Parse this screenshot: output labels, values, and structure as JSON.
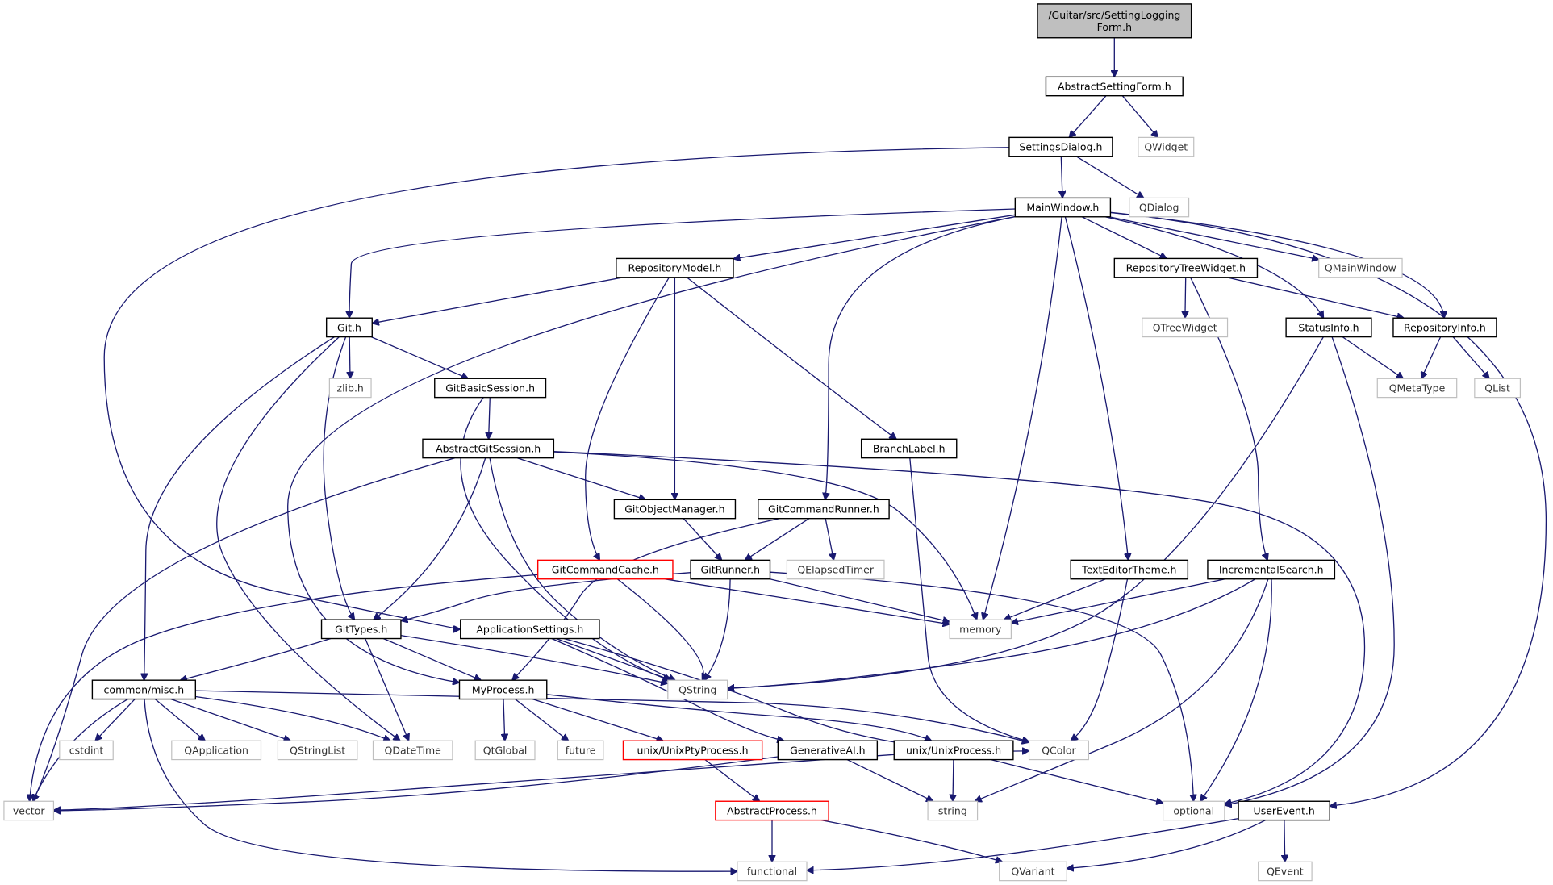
{
  "graph": {
    "edge_color": "#191970",
    "root_fill": "#bfbfbf",
    "file_border": "#000000",
    "system_border": "#bfbfbf",
    "incomplete_border": "#ff0000",
    "nodes": {
      "root": {
        "label": "/Guitar/src/SettingLogging\nForm.h",
        "kind": "root"
      },
      "ASF": {
        "label": "AbstractSettingForm.h",
        "kind": "file"
      },
      "SD": {
        "label": "SettingsDialog.h",
        "kind": "file"
      },
      "QWidget": {
        "label": "QWidget",
        "kind": "system"
      },
      "MW": {
        "label": "MainWindow.h",
        "kind": "file"
      },
      "QDialog": {
        "label": "QDialog",
        "kind": "system"
      },
      "RM": {
        "label": "RepositoryModel.h",
        "kind": "file"
      },
      "RTW": {
        "label": "RepositoryTreeWidget.h",
        "kind": "file"
      },
      "QMainWindow": {
        "label": "QMainWindow",
        "kind": "system"
      },
      "Git": {
        "label": "Git.h",
        "kind": "file"
      },
      "QTreeWidget": {
        "label": "QTreeWidget",
        "kind": "system"
      },
      "SI": {
        "label": "StatusInfo.h",
        "kind": "file"
      },
      "RI": {
        "label": "RepositoryInfo.h",
        "kind": "file"
      },
      "zlib": {
        "label": "zlib.h",
        "kind": "system"
      },
      "GBS": {
        "label": "GitBasicSession.h",
        "kind": "file"
      },
      "QMetaType": {
        "label": "QMetaType",
        "kind": "system"
      },
      "QList": {
        "label": "QList",
        "kind": "system"
      },
      "AGS": {
        "label": "AbstractGitSession.h",
        "kind": "file"
      },
      "BL": {
        "label": "BranchLabel.h",
        "kind": "file"
      },
      "GOM": {
        "label": "GitObjectManager.h",
        "kind": "file"
      },
      "GCR": {
        "label": "GitCommandRunner.h",
        "kind": "file"
      },
      "GCC": {
        "label": "GitCommandCache.h",
        "kind": "incomplete"
      },
      "GR": {
        "label": "GitRunner.h",
        "kind": "file"
      },
      "QET": {
        "label": "QElapsedTimer",
        "kind": "system"
      },
      "TET": {
        "label": "TextEditorTheme.h",
        "kind": "file"
      },
      "IS": {
        "label": "IncrementalSearch.h",
        "kind": "file"
      },
      "GT": {
        "label": "GitTypes.h",
        "kind": "file"
      },
      "AS": {
        "label": "ApplicationSettings.h",
        "kind": "file"
      },
      "memory": {
        "label": "memory",
        "kind": "system"
      },
      "misc": {
        "label": "common/misc.h",
        "kind": "file"
      },
      "MP": {
        "label": "MyProcess.h",
        "kind": "file"
      },
      "QString": {
        "label": "QString",
        "kind": "system"
      },
      "cstdint": {
        "label": "cstdint",
        "kind": "system"
      },
      "QApplication": {
        "label": "QApplication",
        "kind": "system"
      },
      "QStringList": {
        "label": "QStringList",
        "kind": "system"
      },
      "QDateTime": {
        "label": "QDateTime",
        "kind": "system"
      },
      "QtGlobal": {
        "label": "QtGlobal",
        "kind": "system"
      },
      "future": {
        "label": "future",
        "kind": "system"
      },
      "UPP": {
        "label": "unix/UnixPtyProcess.h",
        "kind": "incomplete"
      },
      "GAI": {
        "label": "GenerativeAI.h",
        "kind": "file"
      },
      "UP": {
        "label": "unix/UnixProcess.h",
        "kind": "file"
      },
      "QColor": {
        "label": "QColor",
        "kind": "system"
      },
      "vector": {
        "label": "vector",
        "kind": "system"
      },
      "AP": {
        "label": "AbstractProcess.h",
        "kind": "incomplete"
      },
      "string": {
        "label": "string",
        "kind": "system"
      },
      "optional": {
        "label": "optional",
        "kind": "system"
      },
      "UE": {
        "label": "UserEvent.h",
        "kind": "file"
      },
      "functional": {
        "label": "functional",
        "kind": "system"
      },
      "QVariant": {
        "label": "QVariant",
        "kind": "system"
      },
      "QEvent": {
        "label": "QEvent",
        "kind": "system"
      }
    },
    "edges": [
      [
        "root",
        "ASF"
      ],
      [
        "ASF",
        "SD"
      ],
      [
        "ASF",
        "QWidget"
      ],
      [
        "SD",
        "MW"
      ],
      [
        "SD",
        "QDialog"
      ],
      [
        "SD",
        "AS"
      ],
      [
        "MW",
        "RM"
      ],
      [
        "MW",
        "RTW"
      ],
      [
        "MW",
        "QMainWindow"
      ],
      [
        "MW",
        "Git"
      ],
      [
        "MW",
        "SI"
      ],
      [
        "MW",
        "RI"
      ],
      [
        "MW",
        "GCR"
      ],
      [
        "MW",
        "TET"
      ],
      [
        "MW",
        "memory"
      ],
      [
        "MW",
        "MP"
      ],
      [
        "MW",
        "UE"
      ],
      [
        "RM",
        "Git"
      ],
      [
        "RM",
        "GOM"
      ],
      [
        "RM",
        "BL"
      ],
      [
        "RM",
        "GCC"
      ],
      [
        "RTW",
        "QTreeWidget"
      ],
      [
        "RTW",
        "RI"
      ],
      [
        "RTW",
        "IS"
      ],
      [
        "Git",
        "zlib"
      ],
      [
        "Git",
        "GBS"
      ],
      [
        "Git",
        "misc"
      ],
      [
        "Git",
        "GT"
      ],
      [
        "Git",
        "QDateTime"
      ],
      [
        "SI",
        "QMetaType"
      ],
      [
        "SI",
        "QString"
      ],
      [
        "SI",
        "optional"
      ],
      [
        "RI",
        "QMetaType"
      ],
      [
        "RI",
        "QList"
      ],
      [
        "GBS",
        "AGS"
      ],
      [
        "GBS",
        "QString"
      ],
      [
        "AGS",
        "GOM"
      ],
      [
        "AGS",
        "GT"
      ],
      [
        "AGS",
        "vector"
      ],
      [
        "AGS",
        "memory"
      ],
      [
        "AGS",
        "QString"
      ],
      [
        "AGS",
        "optional"
      ],
      [
        "BL",
        "QColor"
      ],
      [
        "GOM",
        "GR"
      ],
      [
        "GCR",
        "GR"
      ],
      [
        "GCR",
        "QET"
      ],
      [
        "GCR",
        "MP"
      ],
      [
        "GCC",
        "QString"
      ],
      [
        "GCC",
        "memory"
      ],
      [
        "GCC",
        "vector"
      ],
      [
        "GR",
        "GT"
      ],
      [
        "GR",
        "memory"
      ],
      [
        "GR",
        "QString"
      ],
      [
        "GR",
        "optional"
      ],
      [
        "TET",
        "memory"
      ],
      [
        "TET",
        "QColor"
      ],
      [
        "IS",
        "memory"
      ],
      [
        "IS",
        "QString"
      ],
      [
        "IS",
        "optional"
      ],
      [
        "IS",
        "string"
      ],
      [
        "GT",
        "misc"
      ],
      [
        "GT",
        "MP"
      ],
      [
        "GT",
        "QString"
      ],
      [
        "GT",
        "QDateTime"
      ],
      [
        "AS",
        "QString"
      ],
      [
        "AS",
        "QColor"
      ],
      [
        "AS",
        "GAI"
      ],
      [
        "misc",
        "vector"
      ],
      [
        "misc",
        "cstdint"
      ],
      [
        "misc",
        "QApplication"
      ],
      [
        "misc",
        "QStringList"
      ],
      [
        "misc",
        "QDateTime"
      ],
      [
        "misc",
        "QColor"
      ],
      [
        "misc",
        "functional"
      ],
      [
        "MP",
        "QtGlobal"
      ],
      [
        "MP",
        "future"
      ],
      [
        "MP",
        "UPP"
      ],
      [
        "MP",
        "UP"
      ],
      [
        "UPP",
        "AP"
      ],
      [
        "GAI",
        "string"
      ],
      [
        "GAI",
        "vector"
      ],
      [
        "UP",
        "string"
      ],
      [
        "UP",
        "optional"
      ],
      [
        "UP",
        "vector"
      ],
      [
        "AP",
        "functional"
      ],
      [
        "AP",
        "QVariant"
      ],
      [
        "UE",
        "functional"
      ],
      [
        "UE",
        "QVariant"
      ],
      [
        "UE",
        "QEvent"
      ]
    ]
  }
}
